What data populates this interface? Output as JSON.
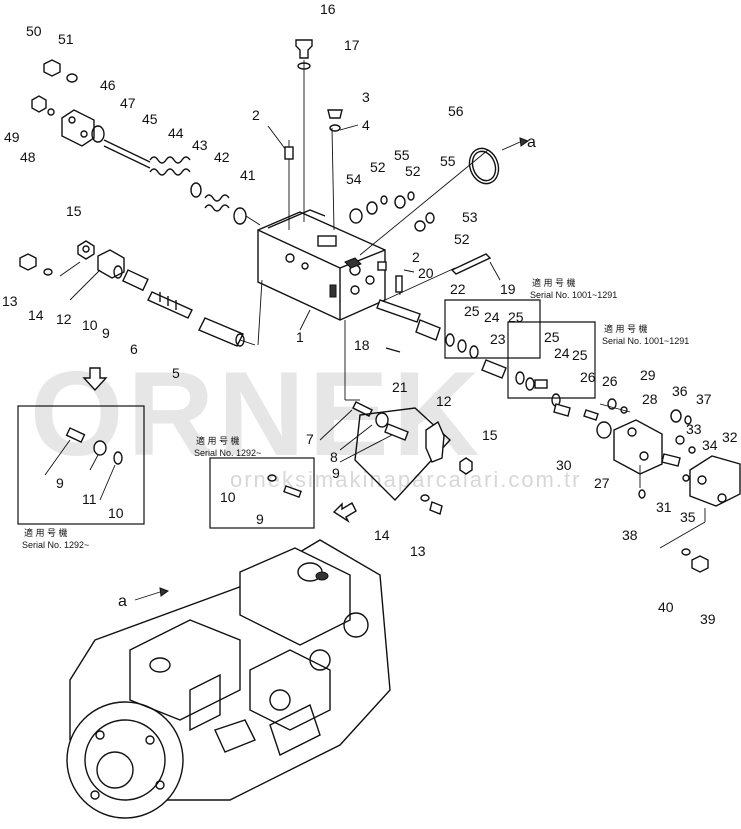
{
  "watermark": {
    "brand": "ORNEK",
    "url": "orneksimakinaparcalari.com.tr"
  },
  "direction_marker": "a",
  "part_numbers": [
    "1",
    "2",
    "3",
    "4",
    "5",
    "6",
    "7",
    "8",
    "9",
    "10",
    "11",
    "12",
    "13",
    "14",
    "15",
    "16",
    "17",
    "18",
    "19",
    "20",
    "21",
    "22",
    "23",
    "24",
    "25",
    "26",
    "27",
    "28",
    "29",
    "30",
    "31",
    "32",
    "33",
    "34",
    "35",
    "36",
    "37",
    "38",
    "39",
    "40",
    "41",
    "42",
    "43",
    "44",
    "45",
    "46",
    "47",
    "48",
    "49",
    "50",
    "51",
    "52",
    "53",
    "54",
    "55",
    "56"
  ],
  "notes": {
    "applicable_model_jp": "適 用 号 機",
    "serial_1001_1291": "Serial No. 1001~1291",
    "serial_1292": "Serial No. 1292~"
  }
}
